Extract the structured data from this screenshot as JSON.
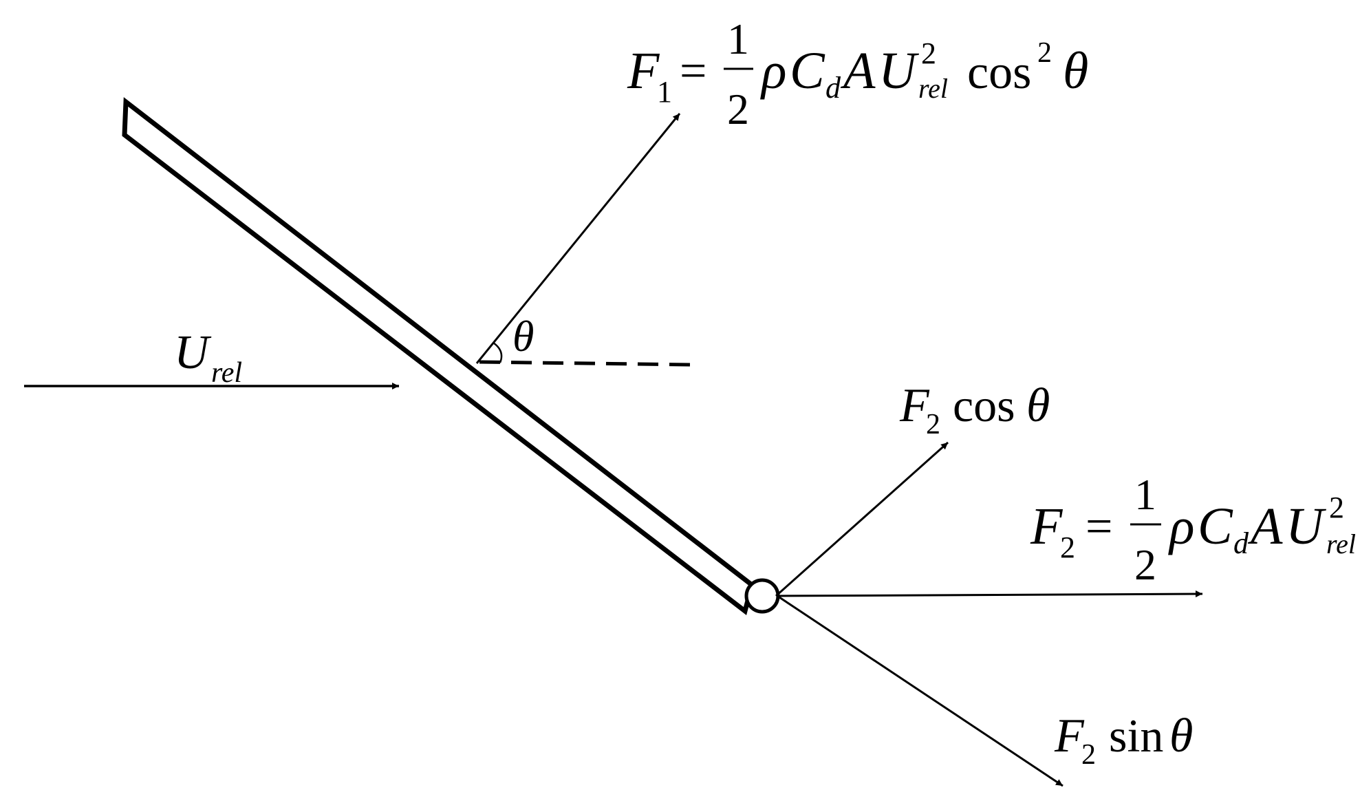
{
  "labels": {
    "u": {
      "main": "U",
      "sub": "rel"
    },
    "theta": "θ",
    "f1": {
      "lhs": "F",
      "lhs_sub": "1",
      "eq": "=",
      "num": "1",
      "den": "2",
      "rho": "ρ",
      "c": "C",
      "c_sub": "d",
      "a": "A",
      "u": "U",
      "u_sup": "2",
      "u_sub": "rel",
      "cos": "cos",
      "cos_sup": "2",
      "theta": "θ"
    },
    "f2cos": {
      "f": "F",
      "sub": "2",
      "fn": "cos",
      "theta": "θ"
    },
    "f2": {
      "lhs": "F",
      "lhs_sub": "2",
      "eq": "=",
      "num": "1",
      "den": "2",
      "rho": "ρ",
      "c": "C",
      "c_sub": "d",
      "a": "A",
      "u": "U",
      "u_sup": "2",
      "u_sub": "rel"
    },
    "f2sin": {
      "f": "F",
      "sub": "2",
      "fn": "sin",
      "theta": "θ"
    }
  }
}
